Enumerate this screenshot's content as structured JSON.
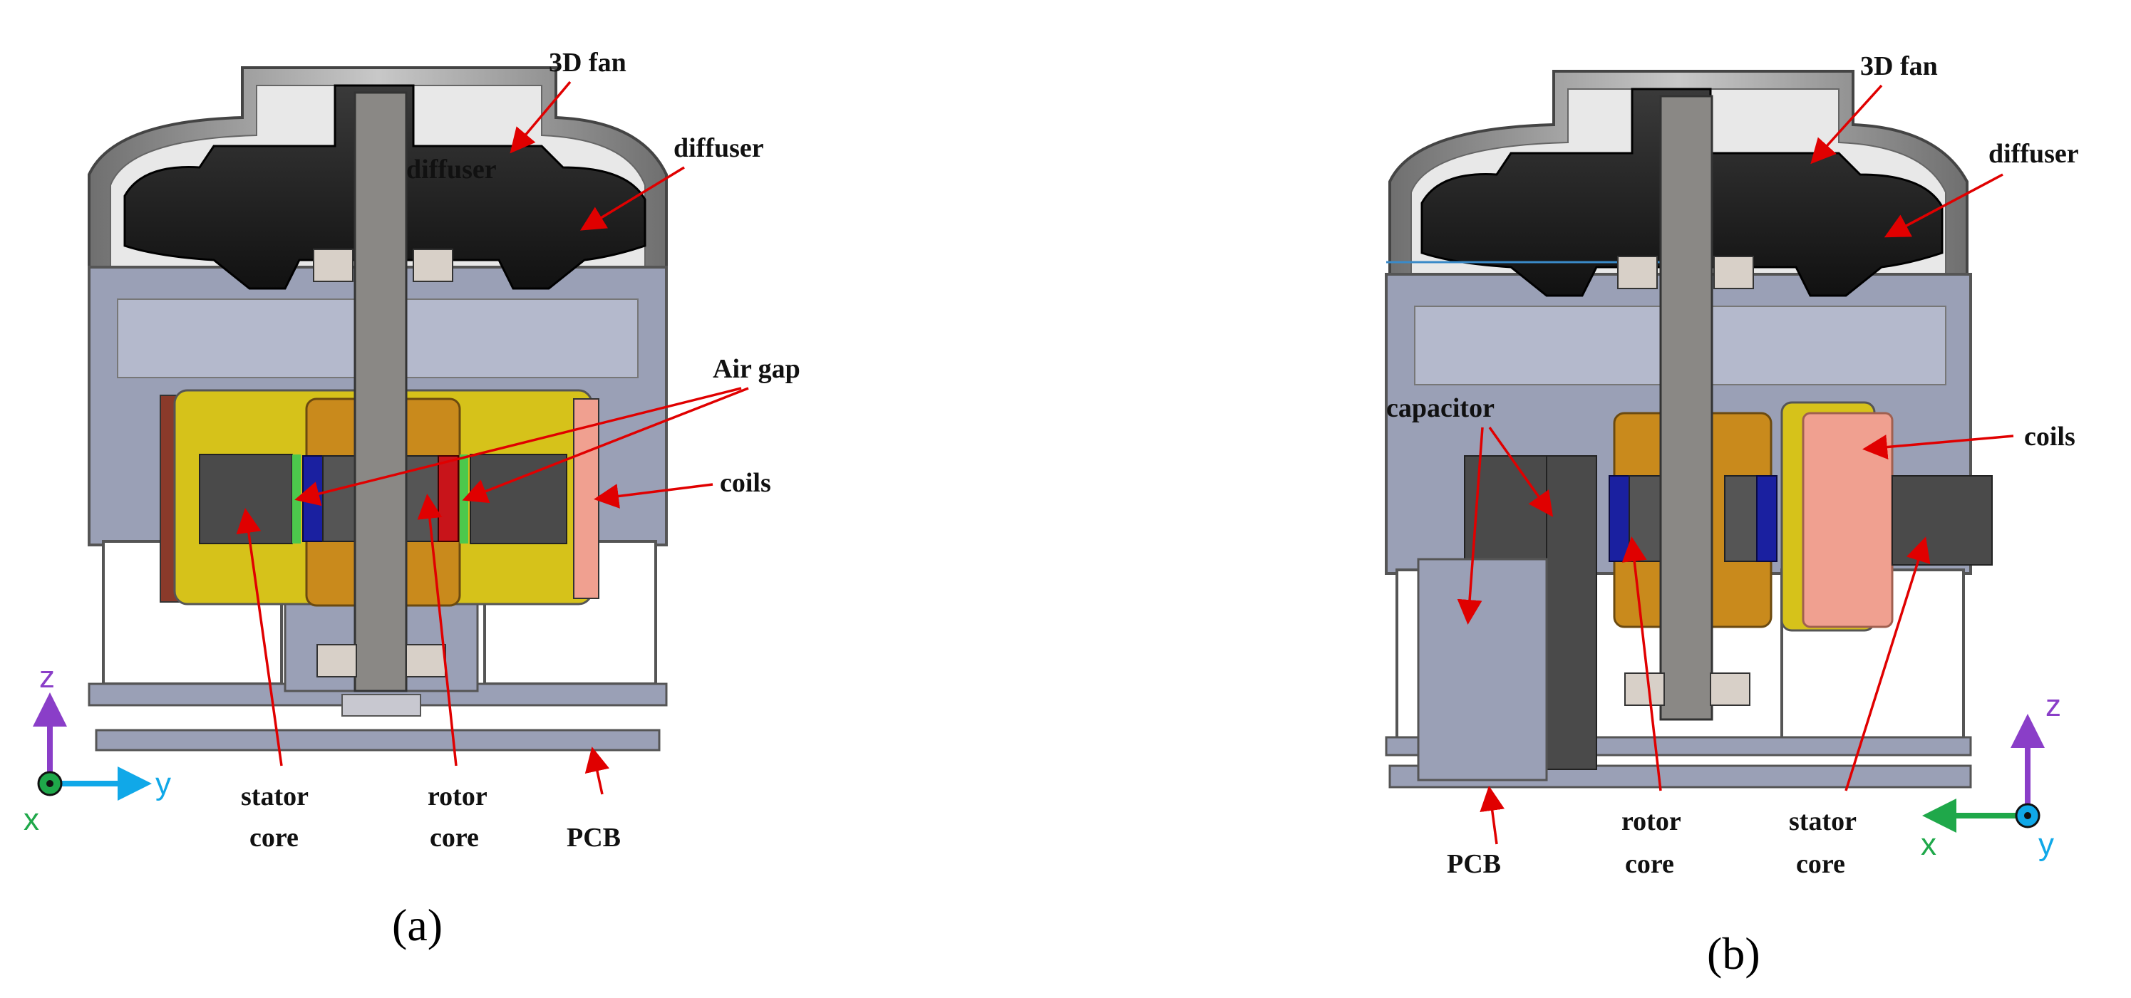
{
  "panel_a": {
    "caption": "(a)",
    "labels": {
      "fan": "3D fan",
      "diffuser_outer": "diffuser",
      "diffuser_inner": "diffuser",
      "air_gap": "Air gap",
      "coils": "coils",
      "stator_core_1": "stator",
      "stator_core_2": "core",
      "rotor_core_1": "rotor",
      "rotor_core_2": "core",
      "pcb": "PCB"
    },
    "axes": {
      "z": "z",
      "y": "y",
      "x": "x"
    }
  },
  "panel_b": {
    "caption": "(b)",
    "labels": {
      "fan": "3D fan",
      "diffuser": "diffuser",
      "capacitor": "capacitor",
      "coils": "coils",
      "pcb": "PCB",
      "rotor_core_1": "rotor",
      "rotor_core_2": "core",
      "stator_core_1": "stator",
      "stator_core_2": "core"
    },
    "axes": {
      "z": "z",
      "x": "x",
      "y": "y"
    }
  },
  "colors": {
    "housing": "#9aa0b6",
    "fan": "#1a1a1a",
    "coil_yellow": "#d6c21a",
    "rotor_orange": "#c98a1c",
    "shaft": "#8a8885",
    "stator_gray": "#4a4a4a",
    "magnet_blue": "#1a20a0",
    "magnet_red": "#c8141a",
    "air_gap_green": "#4cc84c",
    "coil_pink": "#f0a090",
    "arrow_red": "#e00000",
    "axis_z": "#8a3ec8",
    "axis_y": "#10a8e8",
    "axis_x": "#1fa84a"
  }
}
